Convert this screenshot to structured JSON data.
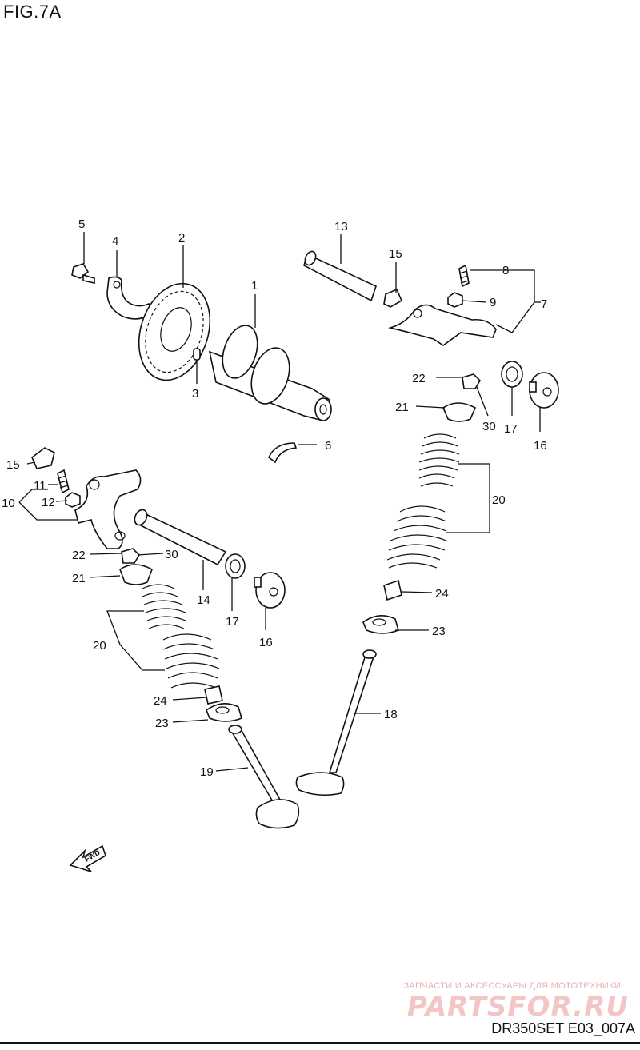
{
  "figure": {
    "title": "FIG.7A",
    "drawing_code": "DR350SET E03_007A",
    "fwd_label": "FWD"
  },
  "watermark": {
    "text": "ЗАПЧАСТИ И АКСЕССУАРЫ ДЛЯ МОТОТЕХНИКИ",
    "logo": "PARTSFOR.RU"
  },
  "callouts": {
    "c1": "1",
    "c2": "2",
    "c3": "3",
    "c4": "4",
    "c5": "5",
    "c6": "6",
    "c7": "7",
    "c8": "8",
    "c9": "9",
    "c13": "13",
    "c15a": "15",
    "c22a": "22",
    "c21a": "21",
    "c30a": "30",
    "c17a": "17",
    "c16a": "16",
    "c20a": "20",
    "c24a": "24",
    "c23a": "23",
    "c18": "18",
    "c15b": "15",
    "c11": "11",
    "c10": "10",
    "c12": "12",
    "c22b": "22",
    "c30b": "30",
    "c21b": "21",
    "c14": "14",
    "c17b": "17",
    "c16b": "16",
    "c20b": "20",
    "c24b": "24",
    "c23b": "23",
    "c19": "19"
  }
}
